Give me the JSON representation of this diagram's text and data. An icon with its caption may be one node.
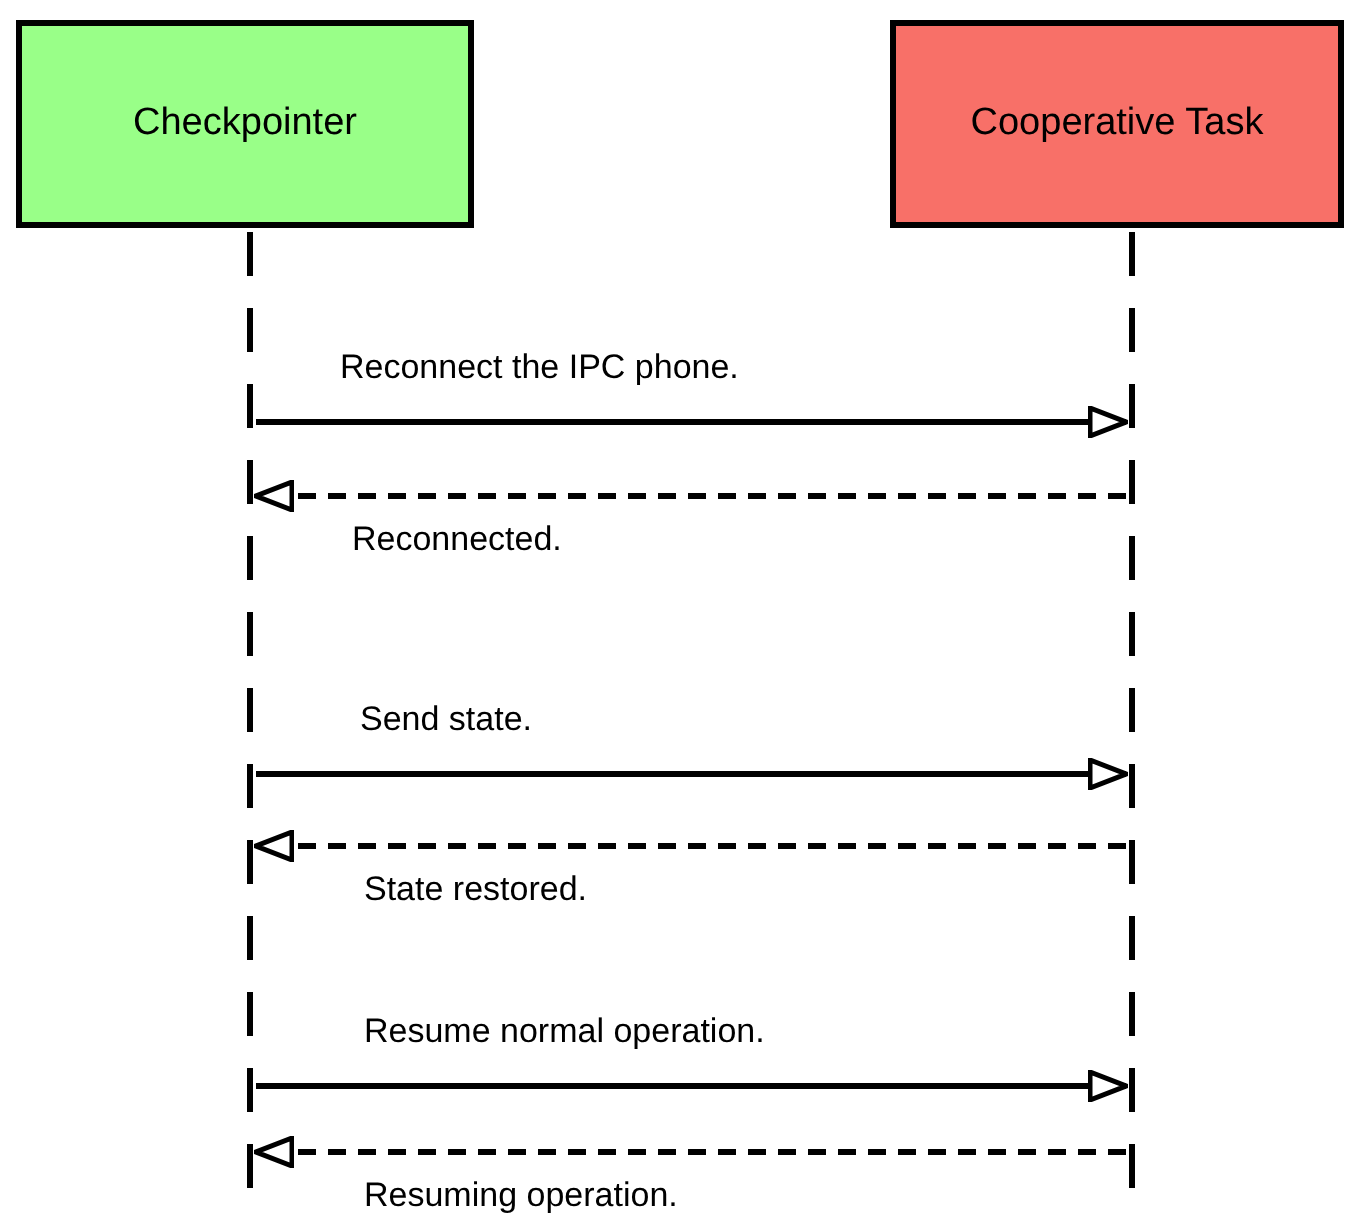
{
  "diagram": {
    "nodes": [
      {
        "text": [
          "Checkpointer"
        ]
      },
      {
        "text": [
          "Cooperative Task"
        ]
      },
      {
        "text": [],
        "shape": "bar"
      },
      {
        "text": [],
        "shape": "bar"
      }
    ],
    "edges": [
      {
        "from": 2,
        "to": 3,
        "arrow": "to",
        "label": "Reconnect the IPC phone."
      },
      {
        "from": 3,
        "to": 2,
        "arrow": "to",
        "label": "Reconnected.",
        "style": "dashed"
      },
      {
        "from": 2,
        "to": 3,
        "arrow": "to",
        "label": "Send state."
      },
      {
        "from": 3,
        "to": 2,
        "arrow": "to",
        "label": "State restored.",
        "style": "dashed"
      },
      {
        "from": 2,
        "to": 3,
        "arrow": "to",
        "label": "Resume normal operation."
      },
      {
        "from": 3,
        "to": 2,
        "arrow": "to",
        "label": "Resuming operation.",
        "style": "dashed"
      }
    ]
  }
}
